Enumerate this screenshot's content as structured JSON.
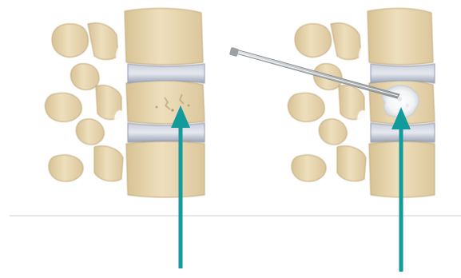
{
  "figure": {
    "panels": [
      {
        "id": "before",
        "content": "spine-segment-compressed-vertebra"
      },
      {
        "id": "after",
        "content": "spine-segment-cement-injection"
      }
    ],
    "colors": {
      "bone": "#ead9b4",
      "bone_shadow": "#c9b389",
      "bone_highlight": "#f8efd9",
      "disc": "#a9b2c4",
      "disc_highlight": "#d9dee8",
      "arrow": "#139a9a",
      "divider": "#d6d6d6",
      "needle": "#b0b3b6",
      "cement": "#ffffff"
    },
    "icons": [
      "teal-arrow-up",
      "injection-needle",
      "bone-cement"
    ]
  }
}
